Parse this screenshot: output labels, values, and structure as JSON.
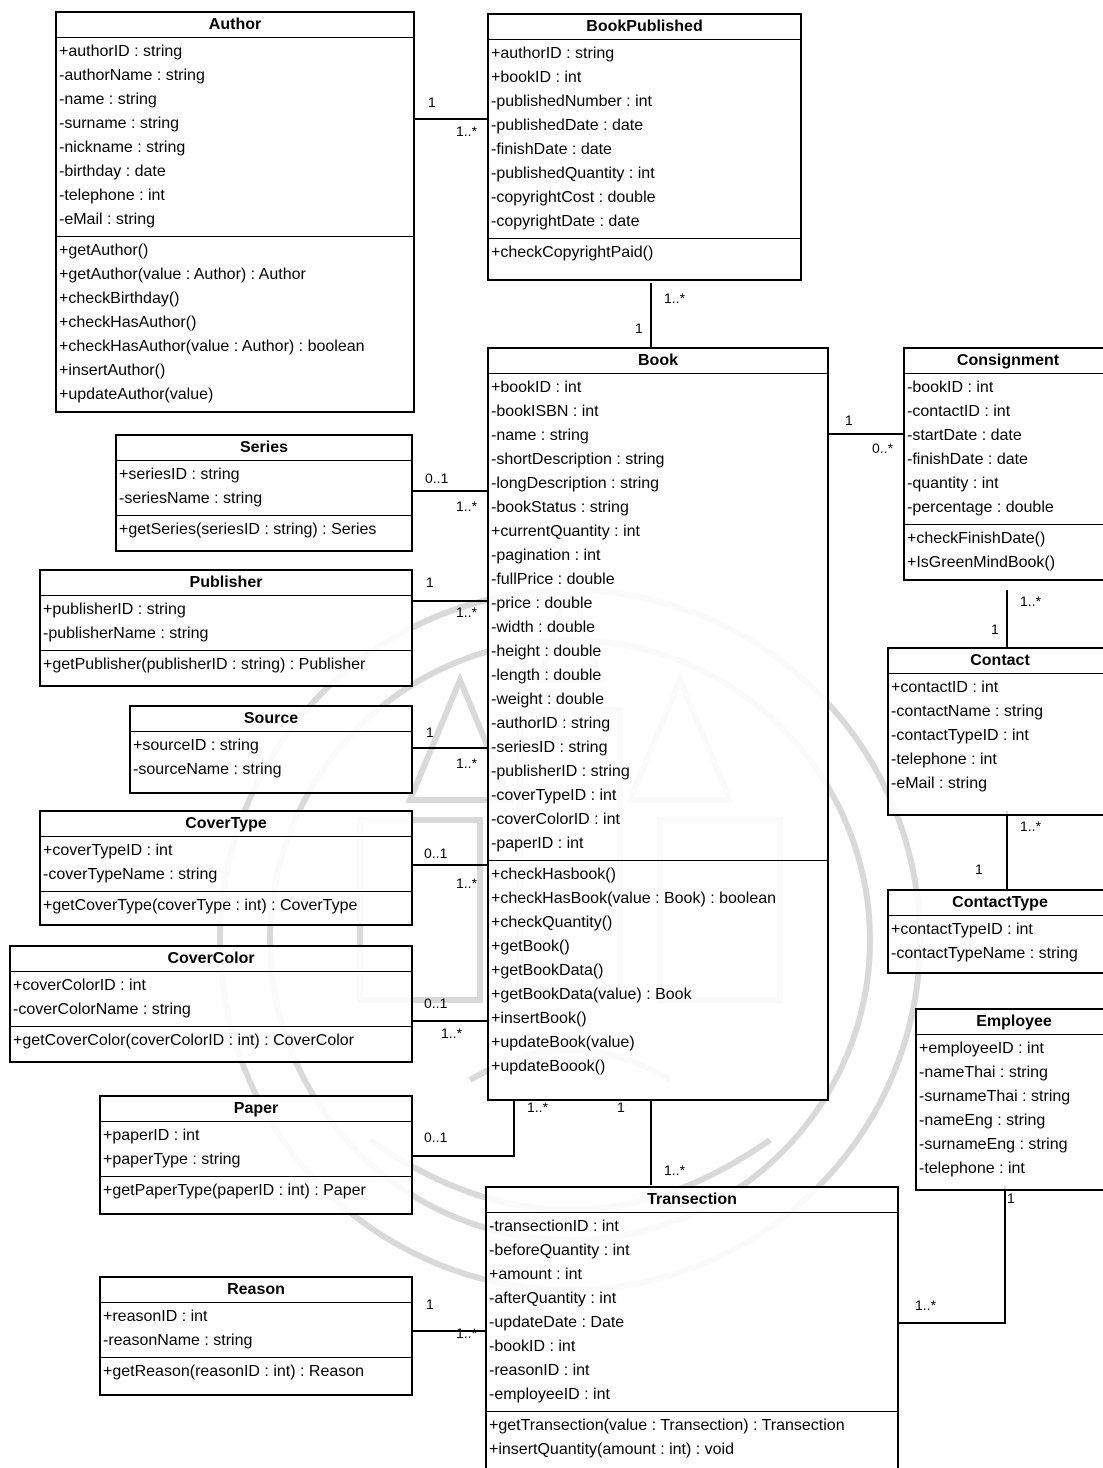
{
  "classes": {
    "author": {
      "name": "Author",
      "attributes": [
        "+authorID : string",
        "-authorName : string",
        "-name : string",
        "-surname : string",
        "-nickname : string",
        "-birthday : date",
        "-telephone : int",
        "-eMail : string"
      ],
      "operations": [
        "+getAuthor()",
        "+getAuthor(value : Author) : Author",
        "+checkBirthday()",
        "+checkHasAuthor()",
        "+checkHasAuthor(value : Author) : boolean",
        "+insertAuthor()",
        "+updateAuthor(value)"
      ]
    },
    "bookpublished": {
      "name": "BookPublished",
      "attributes": [
        "+authorID : string",
        "+bookID : int",
        "-publishedNumber : int",
        "-publishedDate : date",
        "-finishDate : date",
        "-publishedQuantity : int",
        "-copyrightCost : double",
        "-copyrightDate : date"
      ],
      "operations": [
        "+checkCopyrightPaid()"
      ]
    },
    "book": {
      "name": "Book",
      "attributes": [
        "+bookID : int",
        "-bookISBN : int",
        "-name : string",
        "-shortDescription : string",
        "-longDescription : string",
        "-bookStatus : string",
        "+currentQuantity : int",
        "-pagination : int",
        "-fullPrice : double",
        "-price : double",
        "-width : double",
        "-height : double",
        "-length : double",
        "-weight : double",
        "-authorID : string",
        "-seriesID : string",
        "-publisherID : string",
        "-coverTypeID : int",
        "-coverColorID : int",
        "-paperID : int"
      ],
      "operations": [
        "+checkHasbook()",
        "+checkHasBook(value : Book) : boolean",
        "+checkQuantity()",
        "+getBook()",
        "+getBookData()",
        "+getBookData(value) : Book",
        "+insertBook()",
        "+updateBook(value)",
        "+updateBoook()"
      ]
    },
    "consignment": {
      "name": "Consignment",
      "attributes": [
        "-bookID : int",
        "-contactID : int",
        "-startDate : date",
        "-finishDate : date",
        "-quantity : int",
        "-percentage : double"
      ],
      "operations": [
        "+checkFinishDate()",
        "+IsGreenMindBook()"
      ]
    },
    "contact": {
      "name": "Contact",
      "attributes": [
        "+contactID : int",
        "-contactName : string",
        "-contactTypeID : int",
        "-telephone : int",
        "-eMail : string"
      ],
      "operations": []
    },
    "contacttype": {
      "name": "ContactType",
      "attributes": [
        "+contactTypeID : int",
        "-contactTypeName : string"
      ],
      "operations": []
    },
    "employee": {
      "name": "Employee",
      "attributes": [
        "+employeeID : int",
        "-nameThai : string",
        "-surnameThai : string",
        "-nameEng : string",
        "-surnameEng : string",
        "-telephone : int"
      ],
      "operations": []
    },
    "series": {
      "name": "Series",
      "attributes": [
        "+seriesID : string",
        "-seriesName : string"
      ],
      "operations": [
        "+getSeries(seriesID : string) : Series"
      ]
    },
    "publisher": {
      "name": "Publisher",
      "attributes": [
        "+publisherID : string",
        "-publisherName : string"
      ],
      "operations": [
        "+getPublisher(publisherID : string) : Publisher"
      ]
    },
    "source": {
      "name": "Source",
      "attributes": [
        "+sourceID : string",
        "-sourceName : string"
      ],
      "operations": []
    },
    "covertype": {
      "name": "CoverType",
      "attributes": [
        "+coverTypeID : int",
        "-coverTypeName : string"
      ],
      "operations": [
        "+getCoverType(coverType : int) : CoverType"
      ]
    },
    "covercolor": {
      "name": "CoverColor",
      "attributes": [
        "+coverColorID : int",
        "-coverColorName : string"
      ],
      "operations": [
        "+getCoverColor(coverColorID : int) : CoverColor"
      ]
    },
    "paper": {
      "name": "Paper",
      "attributes": [
        "+paperID : int",
        "+paperType : string"
      ],
      "operations": [
        "+getPaperType(paperID : int) : Paper"
      ]
    },
    "reason": {
      "name": "Reason",
      "attributes": [
        "+reasonID : int",
        "-reasonName : string"
      ],
      "operations": [
        "+getReason(reasonID : int) : Reason"
      ]
    },
    "transection": {
      "name": "Transection",
      "attributes": [
        "-transectionID : int",
        "-beforeQuantity : int",
        "+amount : int",
        "-afterQuantity : int",
        "-updateDate : Date",
        "-bookID : int",
        "-reasonID : int",
        "-employeeID : int"
      ],
      "operations": [
        "+getTransection(value : Transection) : Transection",
        "+insertQuantity(amount : int) : void"
      ]
    }
  },
  "multiplicities": {
    "author_bp_1": "1",
    "author_bp_many": "1..*",
    "bp_book_many": "1..*",
    "bp_book_1": "1",
    "book_consign_1": "1",
    "book_consign_many": "0..*",
    "consign_contact_many": "1..*",
    "consign_contact_1": "1",
    "contact_ct_many": "1..*",
    "contact_ct_1": "1",
    "series_01": "0..1",
    "series_many": "1..*",
    "publisher_1": "1",
    "publisher_many": "1..*",
    "source_1": "1",
    "source_many": "1..*",
    "covertype_01": "0..1",
    "covertype_many": "1..*",
    "covercolor_01": "0..1",
    "covercolor_many": "1..*",
    "paper_01": "0..1",
    "book_paper_many": "1..*",
    "book_trans_1": "1",
    "trans_book_many": "1..*",
    "reason_1": "1",
    "reason_many": "1..*",
    "employee_1": "1",
    "employee_many": "1..*"
  }
}
